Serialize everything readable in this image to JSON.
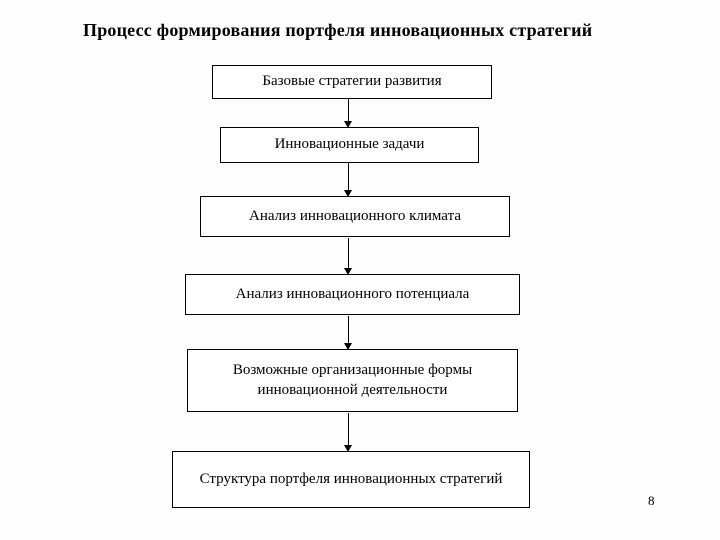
{
  "page": {
    "title": "Процесс формирования портфеля инновационных стратегий",
    "page_number": "8"
  },
  "flowchart": {
    "boxes": [
      {
        "label": "Базовые стратегии развития"
      },
      {
        "label": "Инновационные задачи"
      },
      {
        "label": "Анализ инновационного климата"
      },
      {
        "label": "Анализ инновационного потенциала"
      },
      {
        "label": "Возможные организационные формы инновационной деятельности"
      },
      {
        "label": "Структура портфеля инновационных стратегий"
      }
    ],
    "arrow_count": 5,
    "colors": {
      "box_fill": "#ffffff",
      "box_border": "#000000",
      "text": "#000000",
      "background": "#fdfdfd"
    }
  }
}
